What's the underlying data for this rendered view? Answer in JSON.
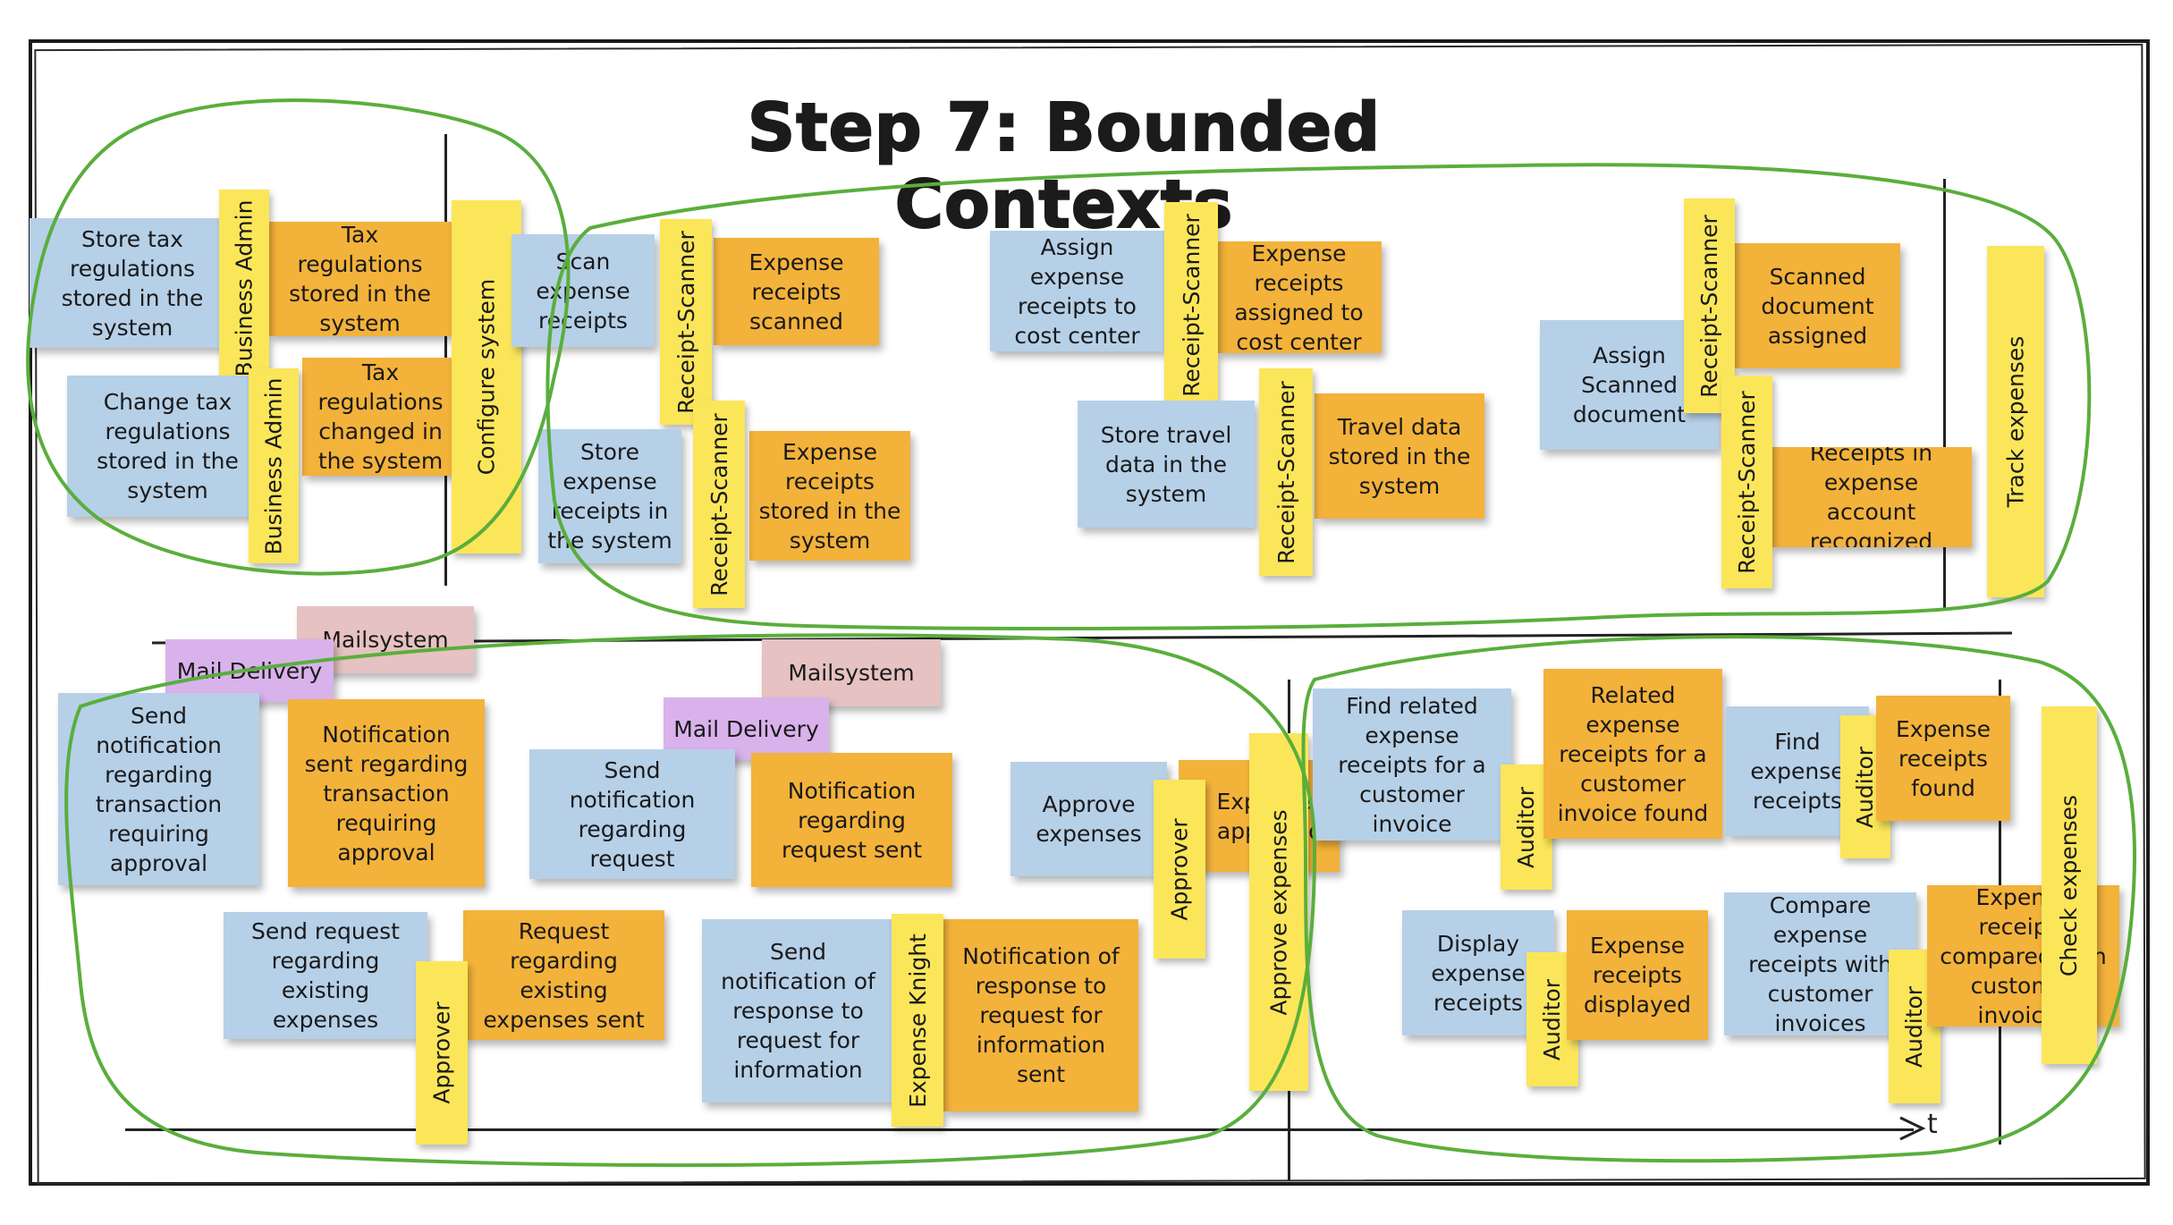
{
  "title": "Step 7: Bounded Contexts",
  "timeline_label": "t",
  "colors": {
    "domain_event": "#f3b23a",
    "command": "#b6d0e8",
    "actor_or_aggregate": "#fbe65a",
    "external_system": "#e6c2c2",
    "policy": "#d9b2ec",
    "boundary": "#5aae3c"
  },
  "notes": {
    "n1": "Store tax regulations stored in the system",
    "n2": "Tax regulations stored in the system",
    "n3": "Change tax regulations stored in the system",
    "n4": "Tax regulations changed in the system",
    "n5": "Scan expense receipts",
    "n6": "Expense receipts scanned",
    "n7": "Store expense receipts in the system",
    "n8": "Expense receipts stored in the system",
    "n9": "Assign expense receipts to cost center",
    "n10": "Expense receipts assigned to cost center",
    "n11": "Store travel data in the system",
    "n12": "Travel data stored in the system",
    "n13": "Assign Scanned document",
    "n14": "Scanned document assigned",
    "n15": "Receipts in expense account recognized",
    "n16": "Mailsystem",
    "n17": "Mail Delivery",
    "n18": "Send notification regarding transaction requiring approval",
    "n19": "Notification sent regarding transaction requiring approval",
    "n20": "Mailsystem",
    "n21": "Mail Delivery",
    "n22": "Send notification regarding request",
    "n23": "Notification regarding request sent",
    "n24": "Approve expenses",
    "n25": "Expenses approved",
    "n26": "Send request regarding existing expenses",
    "n27": "Request regarding existing expenses sent",
    "n28": "Send notification of response to request for information",
    "n29": "Notification of response to request for information sent",
    "n30": "Find related expense receipts for a customer invoice",
    "n31": "Related expense receipts for a customer invoice found",
    "n32": "Find expense receipts",
    "n33": "Expense receipts found",
    "n34": "Display expense receipts",
    "n35": "Expense receipts displayed",
    "n36": "Compare expense receipts with customer invoices",
    "n37": "Expense receipts compared with customer invoices"
  },
  "actors": {
    "a1": "Business Admin",
    "a2": "Business Admin",
    "a3": "Configure system",
    "a4": "Receipt-Scanner",
    "a5": "Receipt-Scanner",
    "a6": "Receipt-Scanner",
    "a7": "Receipt-Scanner",
    "a8": "Receipt-Scanner",
    "a9": "Receipt-Scanner",
    "a10": "Track expenses",
    "a11": "Approver",
    "a12": "Approve expenses",
    "a13": "Approver",
    "a14": "Expense Knight",
    "a15": "Auditor",
    "a16": "Auditor",
    "a17": "Auditor",
    "a18": "Auditor",
    "a19": "Check expenses"
  }
}
